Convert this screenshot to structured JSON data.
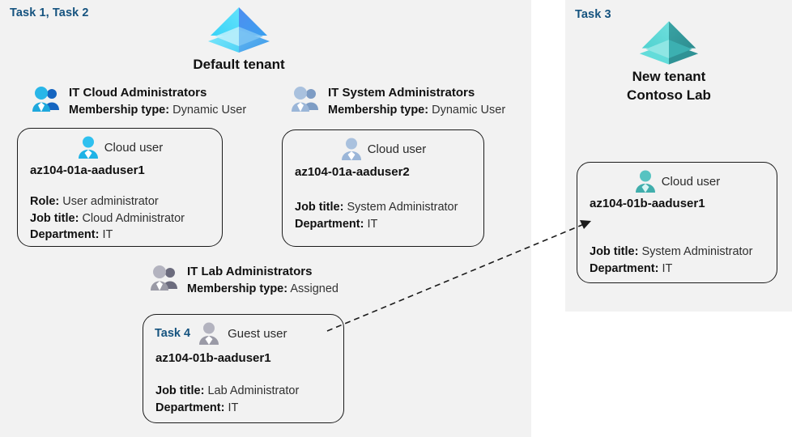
{
  "panels": {
    "left": {
      "task_label": "Task 1, Task 2"
    },
    "right": {
      "task_label": "Task 3"
    }
  },
  "tenants": [
    {
      "icon": "azure-ad-tenant-icon",
      "name_line1": "Default tenant",
      "name_line2": "",
      "accent": "#3fc6f5"
    },
    {
      "icon": "azure-ad-tenant-icon",
      "name_line1": "New  tenant",
      "name_line2": "Contoso Lab",
      "accent": "#4cc2c0"
    }
  ],
  "groups": [
    {
      "icon": "group-users-icon",
      "title": "IT Cloud Administrators",
      "membership_label": "Membership type:",
      "membership_value": "Dynamic User"
    },
    {
      "icon": "group-users-icon",
      "title": "IT System Administrators",
      "membership_label": "Membership type:",
      "membership_value": "Dynamic User"
    },
    {
      "icon": "group-users-icon",
      "title": "IT Lab Administrators",
      "membership_label": "Membership type:",
      "membership_value": "Assigned"
    }
  ],
  "cards": [
    {
      "task_tag": "",
      "user_icon": "cloud-user-icon",
      "user_type": "Cloud user",
      "upn": "az104-01a-aaduser1",
      "attrs": [
        {
          "label": "Role:",
          "value": "User administrator"
        },
        {
          "label": "Job title:",
          "value": "Cloud Administrator"
        },
        {
          "label": "Department:",
          "value": "IT"
        }
      ]
    },
    {
      "task_tag": "",
      "user_icon": "cloud-user-icon",
      "user_type": "Cloud user",
      "upn": "az104-01a-aaduser2",
      "attrs": [
        {
          "label": "Job title:",
          "value": "System Administrator"
        },
        {
          "label": "Department:",
          "value": "IT"
        }
      ]
    },
    {
      "task_tag": "Task 4",
      "user_icon": "guest-user-icon",
      "user_type": "Guest user",
      "upn": "az104-01b-aaduser1",
      "attrs": [
        {
          "label": "Job title:",
          "value": "Lab Administrator"
        },
        {
          "label": "Department:",
          "value": "IT"
        }
      ]
    },
    {
      "task_tag": "",
      "user_icon": "cloud-user-icon",
      "user_type": "Cloud user",
      "upn": "az104-01b-aaduser1",
      "attrs": [
        {
          "label": "Job title:",
          "value": "System Administrator"
        },
        {
          "label": "Department:",
          "value": "IT"
        }
      ]
    }
  ],
  "connector": {
    "name": "guest-invite-arrow",
    "style": "dashed",
    "from": "guest-user-card",
    "to": "new-tenant-user-card"
  },
  "colors": {
    "panel_bg": "#f2f2f2",
    "page_bg": "#ffffff",
    "task_blue": "#15537f",
    "card_border": "#1b1b1b",
    "cloud_user_blue": "#27b6ea",
    "system_user_blue": "#9bb6d8",
    "guest_user_gray": "#9a9aa6",
    "contoso_teal": "#4cc2c0"
  }
}
